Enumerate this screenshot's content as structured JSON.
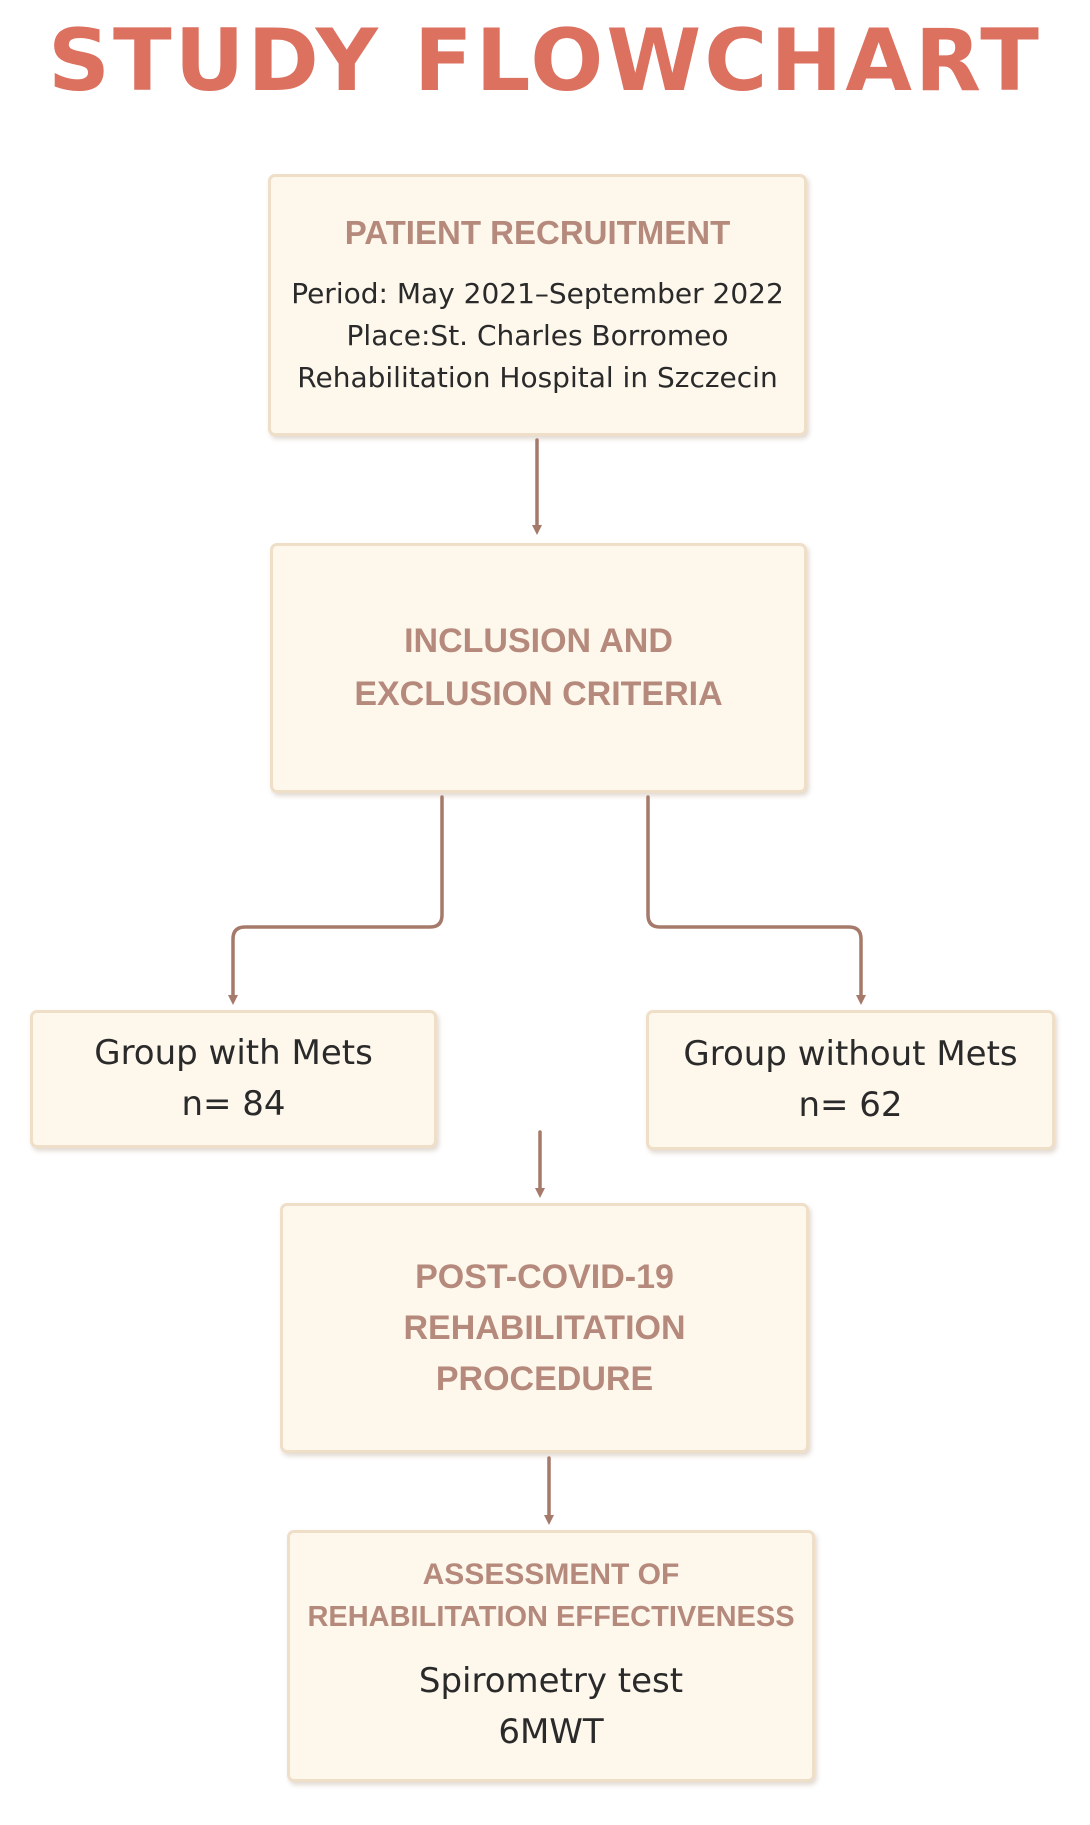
{
  "title": "STUDY FLOWCHART",
  "recruitment": {
    "heading": "PATIENT RECRUITMENT",
    "period_label": "Period:",
    "period_value": " May 2021–September 2022",
    "place_label": "Place:",
    "place_value": "St. Charles Borromeo",
    "place_line2": "Rehabilitation Hospital in Szczecin"
  },
  "criteria": {
    "line1": "INCLUSION AND",
    "line2": "EXCLUSION CRITERIA"
  },
  "group_mets": {
    "label": "Group with Mets",
    "n": "n= 84"
  },
  "group_no_mets": {
    "label": "Group without Mets",
    "n": "n= 62"
  },
  "procedure": {
    "line1": "POST-COVID-19",
    "line2": "REHABILITATION",
    "line3": "PROCEDURE"
  },
  "assessment": {
    "line1": "ASSESSMENT OF",
    "line2": "REHABILITATION EFFECTIVENESS",
    "test1": "Spirometry test",
    "test2": "6MWT"
  },
  "colors": {
    "title": "#dc7160",
    "heading": "#b5897b",
    "box_fill": "#fdf7ec",
    "box_border": "#efdfc8",
    "arrow": "#a57a6a"
  }
}
